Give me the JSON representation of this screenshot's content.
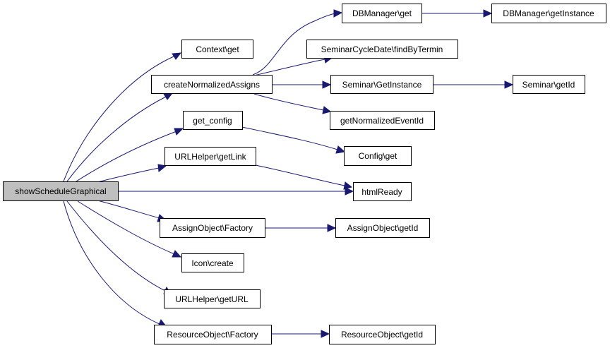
{
  "colors": {
    "edge": "#191970",
    "node_fill": "#ffffff",
    "root_fill": "#bfbfbf",
    "border": "#000000"
  },
  "nodes": {
    "show_schedule_graphical": "showScheduleGraphical",
    "context_get": "Context\\get",
    "create_normalized_assigns": "createNormalizedAssigns",
    "get_config": "get_config",
    "urlhelper_getlink": "URLHelper\\getLink",
    "assignobject_factory": "AssignObject\\Factory",
    "icon_create": "Icon\\create",
    "urlhelper_geturl": "URLHelper\\getURL",
    "resourceobject_factory": "ResourceObject\\Factory",
    "dbmanager_get": "DBManager\\get",
    "seminarcycledate_findbytermin": "SeminarCycleDate\\findByTermin",
    "seminar_getinstance": "Seminar\\GetInstance",
    "getnormalizedeventid": "getNormalizedEventId",
    "config_get": "Config\\get",
    "htmlready": "htmlReady",
    "assignobject_getid": "AssignObject\\getId",
    "resourceobject_getid": "ResourceObject\\getId",
    "dbmanager_getinstance": "DBManager\\getInstance",
    "seminar_getid": "Seminar\\getId"
  }
}
